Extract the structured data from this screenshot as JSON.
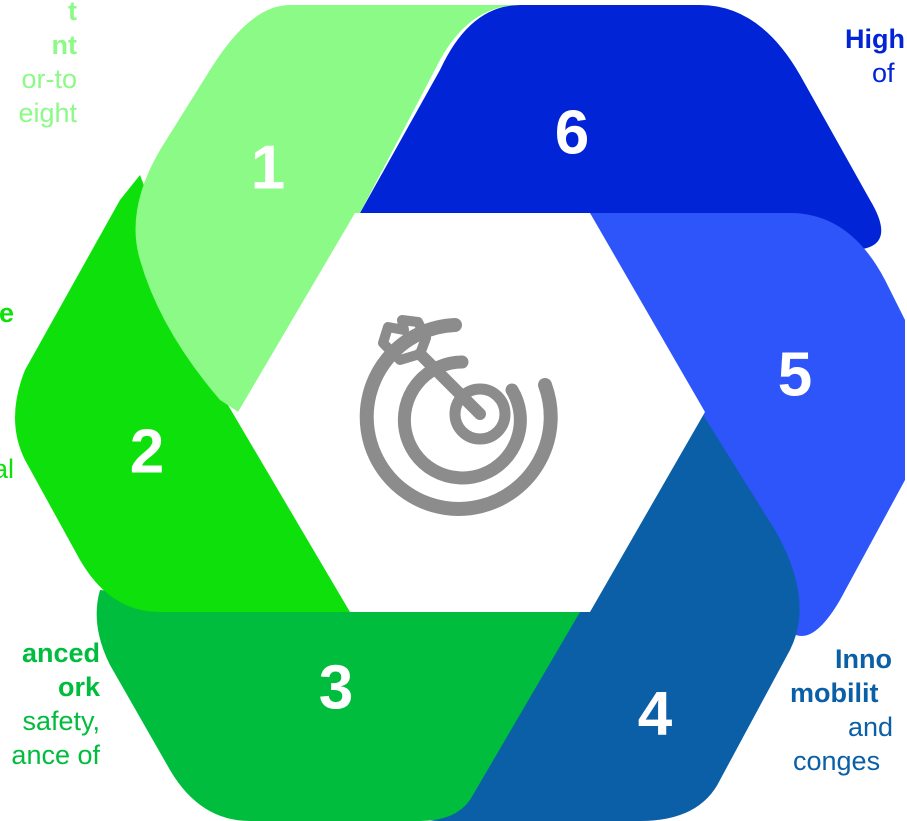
{
  "segments": [
    {
      "number": "1",
      "color": "#8bfa86"
    },
    {
      "number": "2",
      "color": "#0ee00b"
    },
    {
      "number": "3",
      "color": "#00bd3d"
    },
    {
      "number": "4",
      "color": "#0b5fa6"
    },
    {
      "number": "5",
      "color": "#2e55fa"
    },
    {
      "number": "6",
      "color": "#0124d6"
    }
  ],
  "center_icon": "target-with-arrow-icon",
  "labels": {
    "t1_line1": "t",
    "t1_line2": "nt",
    "t1_line3": "or-to",
    "t1_line4": "eight",
    "t2_line1": "e",
    "t2_line2": "al",
    "t3_line1": "anced",
    "t3_line2": "ork",
    "t3_line3": "safety,",
    "t3_line4": "ance of",
    "t6_line1": "High",
    "t6_line2": "of",
    "t4_line1": "Inno",
    "t4_line2": "mobilit",
    "t4_line3": "and",
    "t4_line4": "conges"
  },
  "colors": {
    "seg1_text": "#8bfa86",
    "seg2_text": "#0ee00b",
    "seg3_text": "#00bd3d",
    "seg6_text": "#0124d6",
    "seg4_text": "#0b5fa6",
    "icon_gray": "#8c8c8c"
  }
}
